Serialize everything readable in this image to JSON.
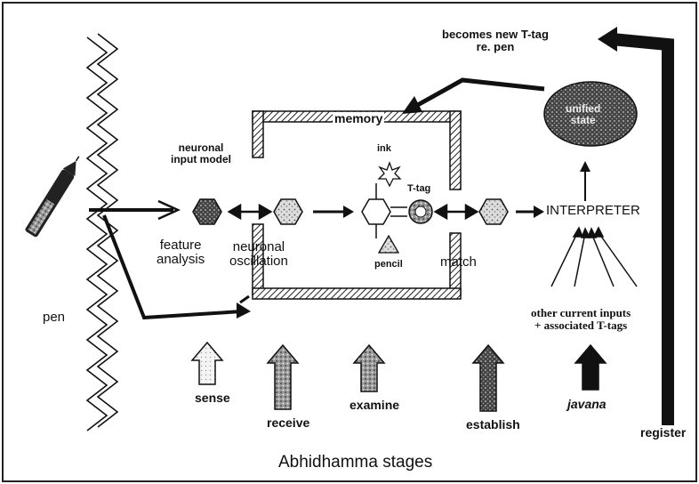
{
  "title": "Abhidhamma stages",
  "labels": {
    "pen": "pen",
    "neuronal_input_model": "neuronal\ninput model",
    "feature_analysis": "feature\nanalysis",
    "neuronal_oscillation": "neuronal\noscillation",
    "memory": "memory",
    "ink": "ink",
    "t_tag": "T-tag",
    "pencil": "pencil",
    "match": "match",
    "interpreter": "INTERPRETER",
    "becomes_new_t_tag": "becomes new T-tag\nre. pen",
    "unified_state": "unified\nstate",
    "other_inputs": "other current inputs\n+ associated T-tags"
  },
  "stages": [
    {
      "label": "sense",
      "shade": "light"
    },
    {
      "label": "receive",
      "shade": "medium"
    },
    {
      "label": "examine",
      "shade": "medium-dark"
    },
    {
      "label": "establish",
      "shade": "dark"
    },
    {
      "label": "javana",
      "shade": "black"
    },
    {
      "label": "register",
      "shade": "black"
    }
  ]
}
